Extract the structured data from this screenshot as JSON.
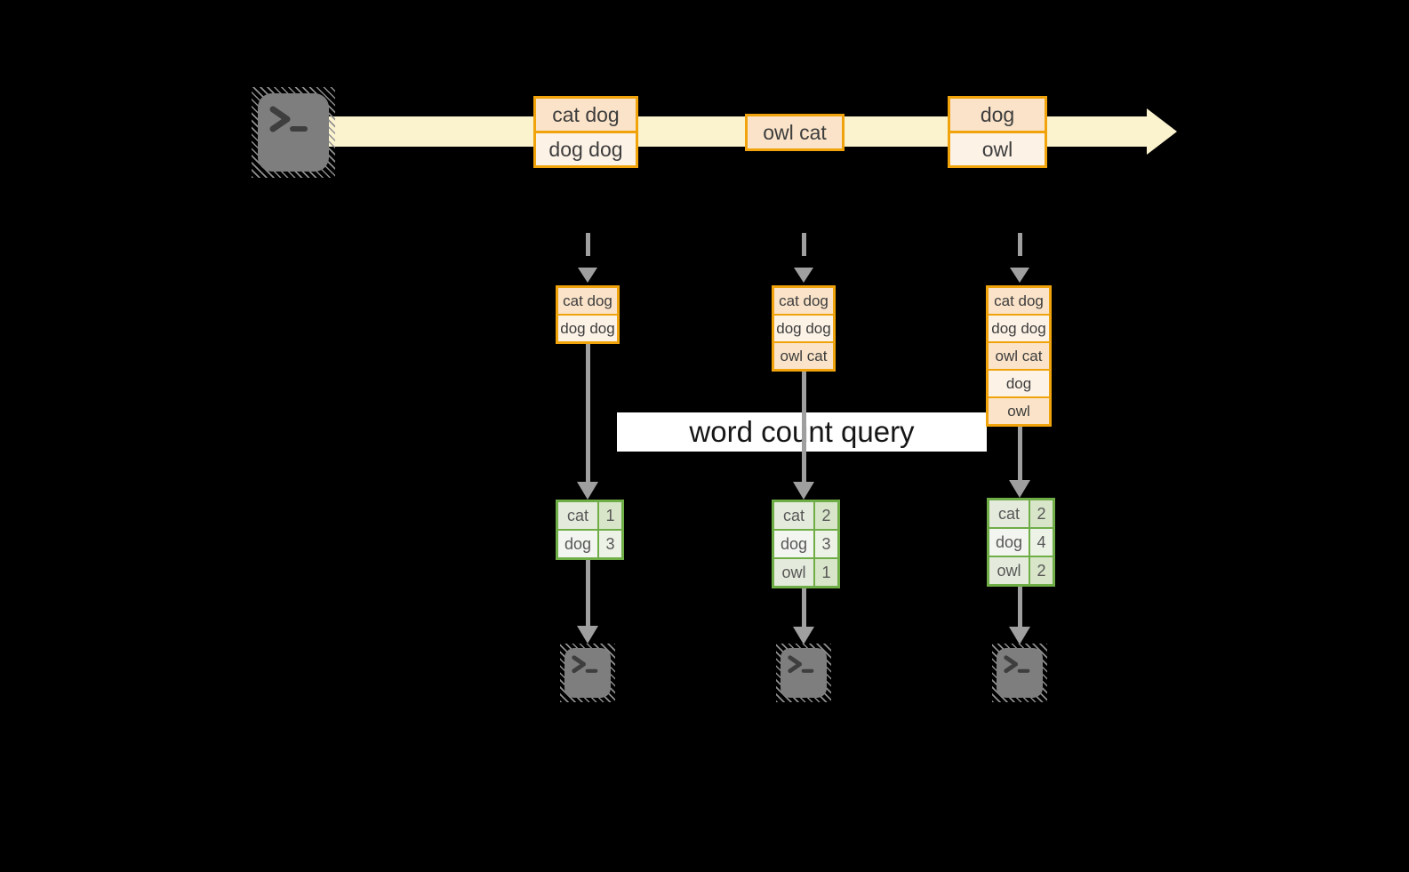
{
  "diagram": {
    "query_label": "word count query",
    "stream_batches": [
      {
        "rows": [
          "cat dog",
          "dog dog"
        ]
      },
      {
        "rows": [
          "owl cat"
        ]
      },
      {
        "rows": [
          "dog",
          "owl"
        ]
      }
    ],
    "micro_batches": [
      {
        "rows": [
          "cat dog",
          "dog dog"
        ]
      },
      {
        "rows": [
          "cat dog",
          "dog dog",
          "owl cat"
        ]
      },
      {
        "rows": [
          "cat dog",
          "dog dog",
          "owl cat",
          "dog",
          "owl"
        ]
      }
    ],
    "count_tables": [
      {
        "rows": [
          {
            "word": "cat",
            "count": "1"
          },
          {
            "word": "dog",
            "count": "3"
          }
        ]
      },
      {
        "rows": [
          {
            "word": "cat",
            "count": "2"
          },
          {
            "word": "dog",
            "count": "3"
          },
          {
            "word": "owl",
            "count": "1"
          }
        ]
      },
      {
        "rows": [
          {
            "word": "cat",
            "count": "2"
          },
          {
            "word": "dog",
            "count": "4"
          },
          {
            "word": "owl",
            "count": "2"
          }
        ]
      }
    ],
    "icons": {
      "source": "terminal-icon",
      "sinks": [
        "terminal-icon",
        "terminal-icon",
        "terminal-icon"
      ]
    },
    "colors": {
      "background": "#000000",
      "stream_band": "#FBF2CE",
      "batch_border": "#F0A30A",
      "batch_fill_dark": "#FAE3C8",
      "batch_fill_light": "#FDF2E6",
      "table_border": "#6FAD47",
      "table_fill_dark_word": "#E4EBDC",
      "table_fill_dark_num": "#D8E5C9",
      "table_fill_light_word": "#F3F6F0",
      "table_fill_light_num": "#ECF2E6",
      "arrow_gray": "#9F9F9F",
      "terminal_gray": "#7E7E7E",
      "banner": "#FFFFFF"
    }
  }
}
